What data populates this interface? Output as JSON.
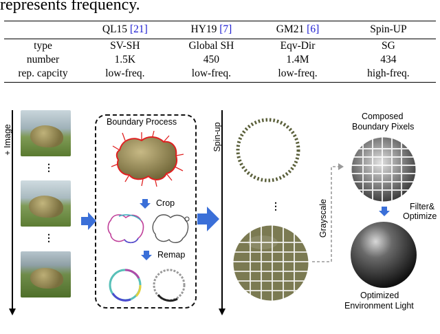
{
  "intro_text": "represents frequency.",
  "table": {
    "headers": [
      {
        "name": "",
        "ref": ""
      },
      {
        "name": "QL15 ",
        "ref": "[21]"
      },
      {
        "name": "HY19 ",
        "ref": "[7]"
      },
      {
        "name": "GM21 ",
        "ref": "[6]"
      },
      {
        "name": "Spin-UP",
        "ref": ""
      }
    ],
    "rows": [
      [
        "type",
        "SV-SH",
        "Global SH",
        "Eqv-Dir",
        "SG"
      ],
      [
        "number",
        "1.5K",
        "450",
        "1.4M",
        "434"
      ],
      [
        "rep. capcity",
        "low-freq.",
        "low-freq.",
        "low-freq.",
        "high-freq."
      ]
    ]
  },
  "figure": {
    "image_axis_label": "+ Image",
    "ellipsis": "⋮",
    "boundary_process_title": "Boundary Process",
    "crop_label": "Crop",
    "remap_label": "Remap",
    "spinup_label": "Spin-up",
    "grayscale_label": "Grayscale",
    "composed_label_line1": "Composed",
    "composed_label_line2": "Boundary Pixels",
    "filter_label_line1": "Filter&",
    "filter_label_line2": "Optimize",
    "optimized_label_line1": "Optimized",
    "optimized_label_line2": "Environment Light",
    "colors": {
      "arrow_blue": "#3a6fd8",
      "boundary_red": "#e02020",
      "dashed_gray": "#999999"
    }
  }
}
